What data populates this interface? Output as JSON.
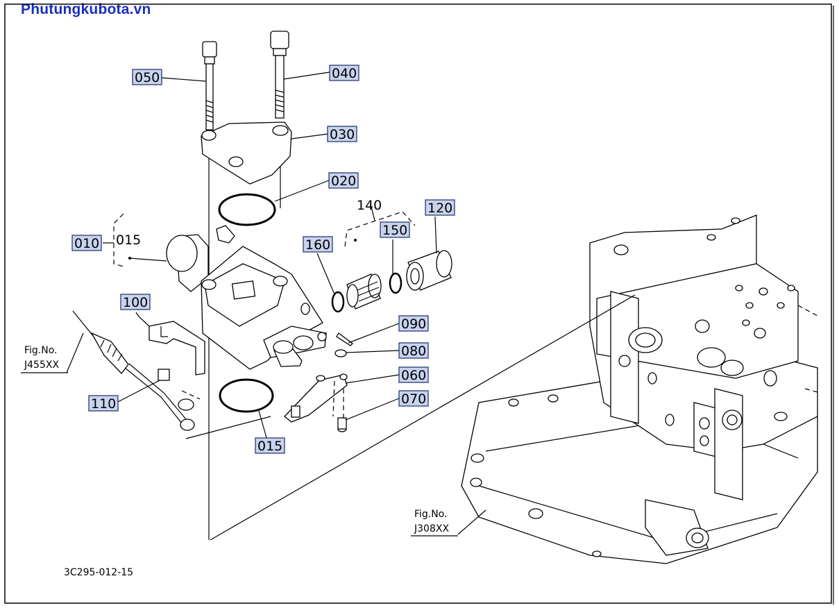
{
  "site": {
    "title": "Phutungkubota.vn",
    "color": "#1a2fbf"
  },
  "diagram": {
    "callouts": [
      {
        "id": "050",
        "label": "050"
      },
      {
        "id": "040",
        "label": "040"
      },
      {
        "id": "030",
        "label": "030"
      },
      {
        "id": "020",
        "label": "020"
      },
      {
        "id": "140",
        "label": "140"
      },
      {
        "id": "120",
        "label": "120"
      },
      {
        "id": "150",
        "label": "150"
      },
      {
        "id": "160",
        "label": "160"
      },
      {
        "id": "010",
        "label": "010"
      },
      {
        "id": "015a",
        "label": "015"
      },
      {
        "id": "100",
        "label": "100"
      },
      {
        "id": "090",
        "label": "090"
      },
      {
        "id": "080",
        "label": "080"
      },
      {
        "id": "060",
        "label": "060"
      },
      {
        "id": "070",
        "label": "070"
      },
      {
        "id": "110",
        "label": "110"
      },
      {
        "id": "015b",
        "label": "015"
      }
    ],
    "references": [
      {
        "id": "ref-left",
        "line1": "Fig.No.",
        "line2": "J455XX"
      },
      {
        "id": "ref-right",
        "line1": "Fig.No.",
        "line2": "J308XX"
      }
    ],
    "drawing_code": "3C295-012-15",
    "colors": {
      "callout_fill": "#c9d3ee",
      "callout_stroke": "#1a2b6a",
      "line": "#000000"
    }
  }
}
